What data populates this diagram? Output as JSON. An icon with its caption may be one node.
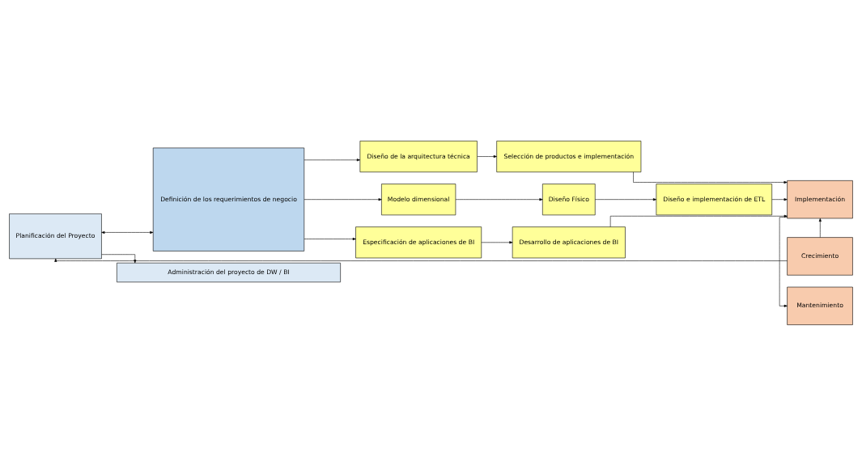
{
  "diagram": {
    "nodes": [
      {
        "text": [
          "Planificación del Proyecto"
        ]
      },
      {
        "text": [
          "Definición de los requerimientos de negocio"
        ]
      },
      {
        "text": [
          "Diseño de la arquitectura técnica"
        ]
      },
      {
        "text": [
          "Selección de productos e implementación"
        ]
      },
      {
        "text": [
          "Modelo dimensional"
        ]
      },
      {
        "text": [
          "Diseño Físico"
        ]
      },
      {
        "text": [
          "Diseño e implementación de ETL"
        ]
      },
      {
        "text": [
          "Especificación de aplicaciones de BI"
        ]
      },
      {
        "text": [
          "Desarrollo de aplicaciones de BI"
        ]
      },
      {
        "text": [
          "Crecimiento"
        ]
      },
      {
        "text": [
          "Implementación"
        ]
      },
      {
        "text": [
          "Mantenimiento"
        ]
      },
      {
        "text": [
          "Administración del proyecto de DW / BI"
        ]
      }
    ],
    "edges": [
      {
        "from": 9,
        "to": 0,
        "arrow": "to"
      },
      {
        "from": 0,
        "to": 1,
        "arrow": "both"
      },
      {
        "from": 1,
        "to": 2,
        "arrow": "to"
      },
      {
        "from": 1,
        "to": 4,
        "arrow": "to"
      },
      {
        "from": 1,
        "to": 7,
        "arrow": "to"
      },
      {
        "from": 2,
        "to": 3,
        "arrow": "to"
      },
      {
        "from": 4,
        "to": 5,
        "arrow": "to"
      },
      {
        "from": 5,
        "to": 6,
        "arrow": "to"
      },
      {
        "from": 7,
        "to": 8,
        "arrow": "to"
      },
      {
        "from": 3,
        "to": 10,
        "arrow": "to"
      },
      {
        "from": 6,
        "to": 10,
        "arrow": "to"
      },
      {
        "from": 8,
        "to": 10,
        "arrow": "to"
      },
      {
        "from": 9,
        "to": 10,
        "arrow": "to"
      },
      {
        "from": 10,
        "to": 11,
        "arrow": "to"
      },
      {
        "from": 0,
        "to": 12,
        "arrow": "to"
      }
    ]
  }
}
